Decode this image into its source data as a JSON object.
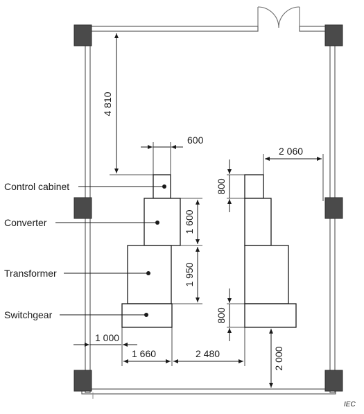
{
  "labels": {
    "control_cabinet": "Control cabinet",
    "converter": "Converter",
    "transformer": "Transformer",
    "switchgear": "Switchgear"
  },
  "dimensions": {
    "wall_to_cabinet_top": "4 810",
    "cabinet_width": "600",
    "right_wall_gap": "2 060",
    "cabinet_height_right": "800",
    "converter_height": "1 600",
    "transformer_height": "1 950",
    "switchgear_height_right": "800",
    "left_wall_gap": "1 000",
    "switchgear_width": "1 660",
    "unit_spacing": "2 480",
    "bottom_wall_gap": "2 000"
  },
  "watermark": "IEC"
}
